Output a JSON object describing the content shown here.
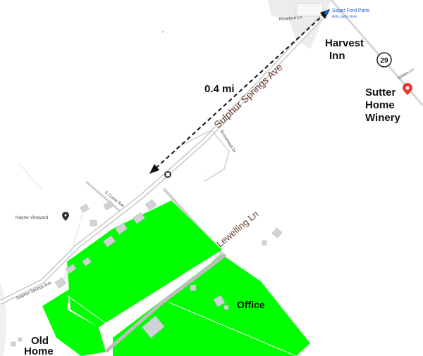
{
  "map": {
    "distance_label": "0.4 mi",
    "roads": {
      "main": "Sulphur Springs Ave",
      "lower_main": "Sulphur Springs Ave",
      "side": "Lewelling Ln",
      "crane": "S Crane Ave",
      "arrowhead": "Arrowhead Dr",
      "rosebud": "Rosebud Ln",
      "chiles": "Chiles Ln"
    },
    "highway_shield": "29",
    "places": {
      "harvest_inn_line1": "Harvest",
      "harvest_inn_line2": "Inn",
      "sutter_line1": "Sutter",
      "sutter_line2": "Home",
      "sutter_line3": "Winery",
      "office": "Office",
      "old_home_line1": "Old",
      "old_home_line2": "Home",
      "hayne": "Hayne Vineyard",
      "sager_name": "Sager Ford Parts",
      "sager_type": "Auto parts store"
    },
    "colors": {
      "parcel": "#00ff00",
      "road_label": "#6b3b2a",
      "pin_red": "#e53935",
      "sager_blue": "#1a5fd6"
    }
  }
}
